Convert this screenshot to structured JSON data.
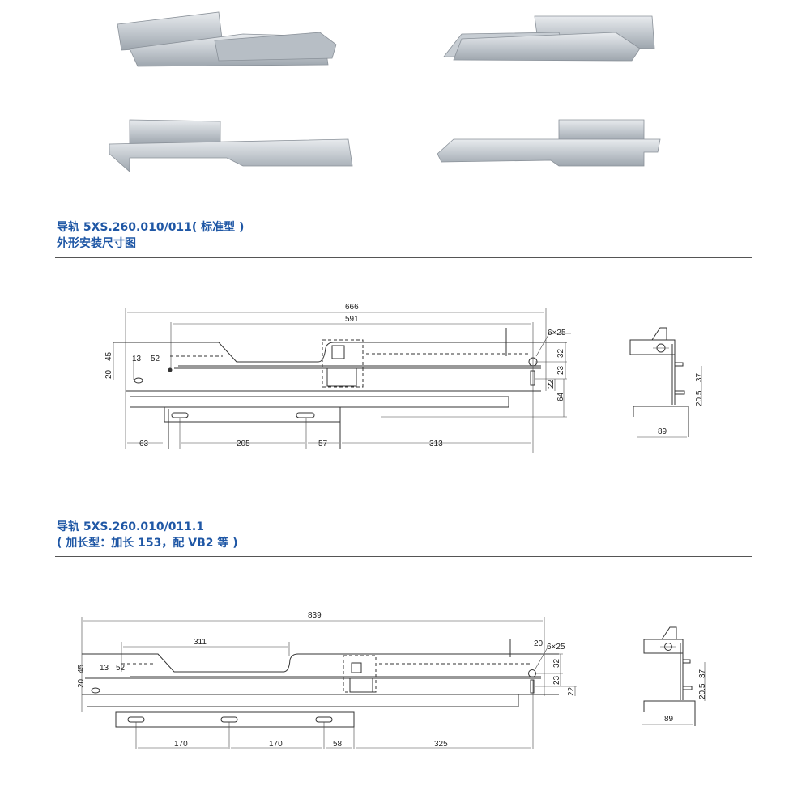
{
  "photos": [
    {
      "label": "rail-photo-top-left"
    },
    {
      "label": "rail-photo-top-right"
    },
    {
      "label": "rail-photo-bottom-left"
    },
    {
      "label": "rail-photo-bottom-right"
    }
  ],
  "section1": {
    "title_line1": "导轨 5XS.260.010/011( 标准型 )",
    "title_line2": "外形安装尺寸图",
    "dims": {
      "overall": "666",
      "inner": "591",
      "hole": "6×25",
      "h45": "45",
      "h20": "20",
      "w13": "13",
      "w52": "52",
      "r32": "32",
      "r23": "23",
      "r22": "22",
      "r64": "64",
      "b63": "63",
      "b205": "205",
      "b57": "57",
      "b313": "313"
    },
    "side": {
      "w89": "89",
      "h37": "37",
      "h205": "20.5"
    }
  },
  "section2": {
    "title_line1": "导轨 5XS.260.010/011.1",
    "title_line2": "( 加长型：加长 153，配 VB2 等 )",
    "dims": {
      "overall": "839",
      "cut": "311",
      "hole": "6×25",
      "r20": "20",
      "h45": "45",
      "h20": "20",
      "w13": "13",
      "w52": "52",
      "r32": "32",
      "r23": "23",
      "r22": "22",
      "b170a": "170",
      "b170b": "170",
      "b58": "58",
      "b325": "325"
    },
    "side": {
      "w89": "89",
      "h37": "37",
      "h205": "20.5"
    }
  },
  "colors": {
    "heading": "#1f57a5",
    "metal": "#c9ced3"
  }
}
